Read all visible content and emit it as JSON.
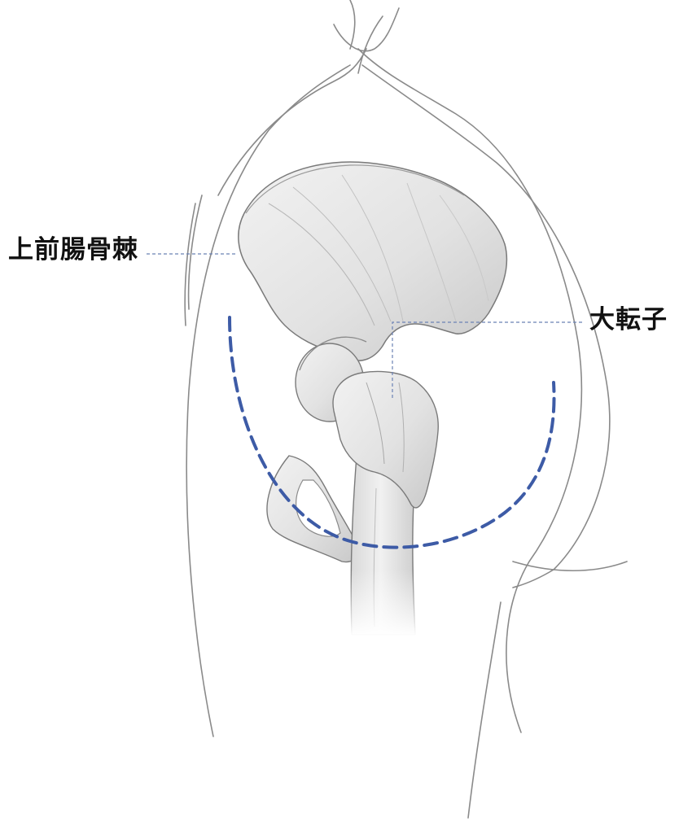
{
  "labels": {
    "anterior_superior_iliac_spine": "上前腸骨棘",
    "greater_trochanter": "大転子"
  },
  "colors": {
    "leader_line": "#6b82b5",
    "incision_arc": "#3d5ba6",
    "outline": "#7a7a7a",
    "bone_fill": "#e6e6e6",
    "bone_shade": "#c9c9c9",
    "label_text": "#111111"
  },
  "icons": {
    "hip_illustration": "pelvis-and-femur-drawing"
  }
}
